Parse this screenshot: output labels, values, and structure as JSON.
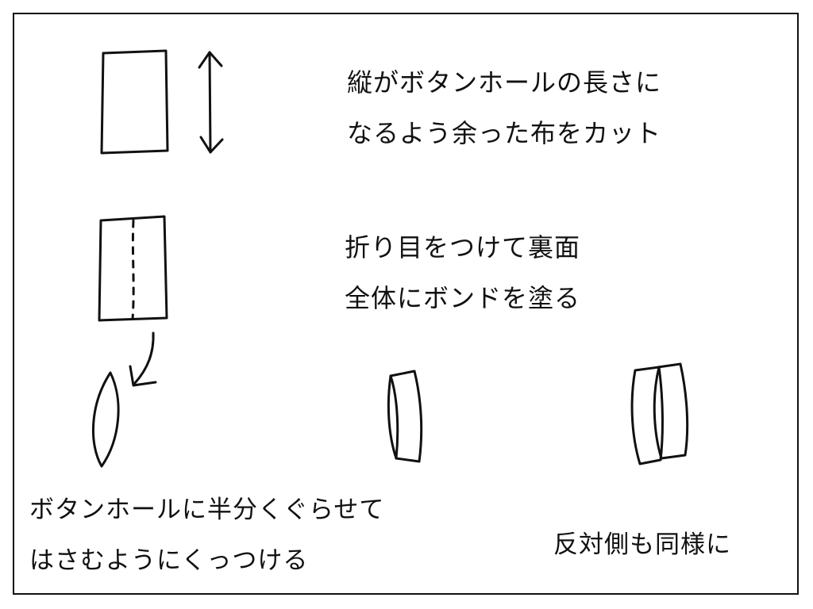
{
  "steps": {
    "step1": {
      "line1": "縦がボタンホールの長さに",
      "line2": "なるよう余った布をカット"
    },
    "step2": {
      "line1": "折り目をつけて裏面",
      "line2": "全体にボンドを塗る"
    },
    "step3": {
      "line1": "ボタンホールに半分くぐらせて",
      "line2": "はさむようにくっつける"
    },
    "step4": {
      "line1": "反対側も同様に"
    }
  },
  "colors": {
    "ink": "#111111",
    "background": "#ffffff"
  }
}
